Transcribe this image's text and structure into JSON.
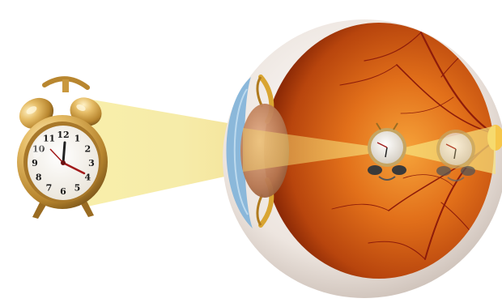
{
  "scene": {
    "subject": "optical-image-formation-in-eye",
    "objects": [
      "alarm-clock",
      "light-cone",
      "eyeball",
      "lens",
      "retina",
      "inverted-image",
      "reflected-image"
    ]
  },
  "colors": {
    "background": "#ffffff",
    "clock_gold": "#d7a74a",
    "clock_gold_dark": "#8d6420",
    "clock_face": "#f7f3ea",
    "light_cone": "#f3e58c",
    "retina_center": "#f08a20",
    "retina_edge": "#9c2f07",
    "sclera": "#efe7e2",
    "cornea": "#7fb3d9",
    "lens": "#c98b62",
    "vessel": "#8e1c0a"
  },
  "clock": {
    "dial_numbers": [
      "12",
      "1",
      "2",
      "3",
      "4",
      "5",
      "6",
      "7",
      "8",
      "9",
      "10",
      "11"
    ],
    "hand_color": "#a11a1a"
  }
}
